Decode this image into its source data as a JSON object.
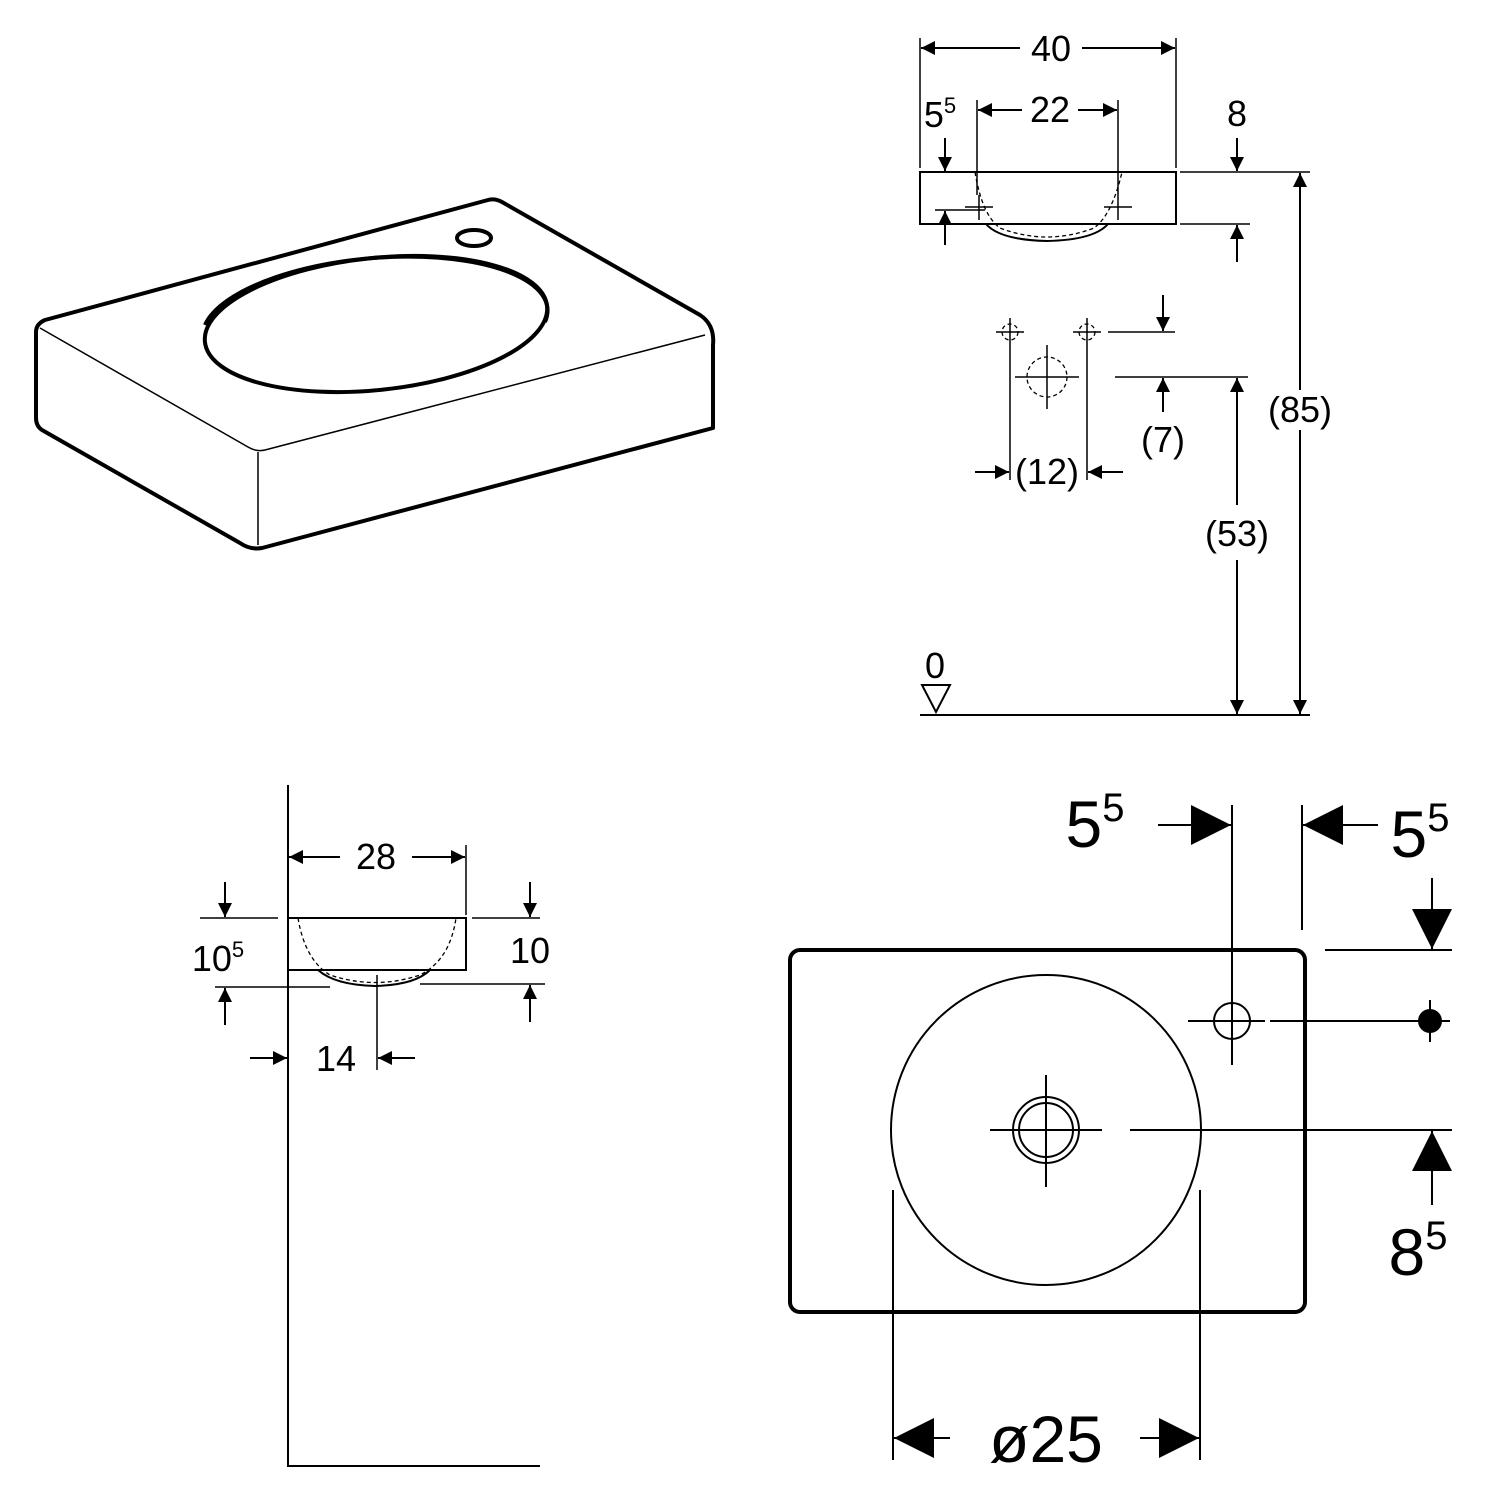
{
  "title": "Wall-hung handrinse basin dimension drawing",
  "colors": {
    "line": "#000000",
    "background": "#ffffff"
  },
  "front_view": {
    "width": "40",
    "bowl_width": "22",
    "edge_offset": {
      "main": "5",
      "sup": "5"
    },
    "thickness": "8",
    "total_height": "(85)",
    "outlet_height": "(53)",
    "outlet_offset": "(7)",
    "fixing_spacing": "(12)",
    "floor_level": "0"
  },
  "side_view": {
    "depth": "28",
    "left_height": {
      "main": "10",
      "sup": "5"
    },
    "right_height": "10",
    "bowl_offset": "14"
  },
  "plan_view": {
    "tap_offset_left": {
      "main": "5",
      "sup": "5"
    },
    "tap_offset_right": {
      "main": "5",
      "sup": "5"
    },
    "drain_offset": {
      "main": "8",
      "sup": "5"
    },
    "bowl_diameter": "ø25"
  }
}
